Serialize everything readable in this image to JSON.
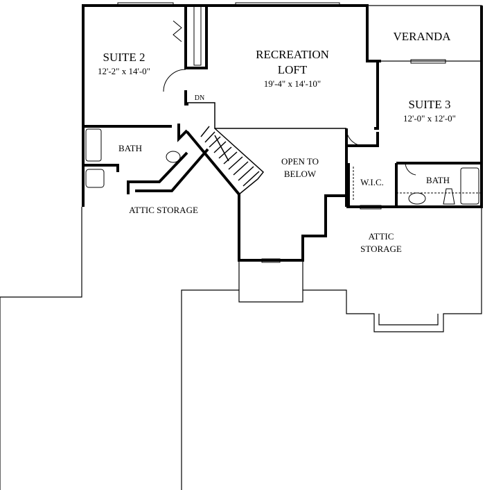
{
  "rooms": {
    "suite2": {
      "name": "SUITE 2",
      "size": "12'-2\" x 14'-0\""
    },
    "loft": {
      "name1": "RECREATION",
      "name2": "LOFT",
      "size": "19'-4\" x 14'-10\""
    },
    "veranda": {
      "name": "VERANDA"
    },
    "suite3": {
      "name": "SUITE 3",
      "size": "12'-0\" x 12'-0\""
    },
    "bath_left": {
      "name": "BATH"
    },
    "bath_right": {
      "name": "BATH"
    },
    "open": {
      "name1": "OPEN TO",
      "name2": "BELOW"
    },
    "wic": {
      "name": "W.I.C."
    },
    "stairs": {
      "label": "DN"
    },
    "attic_left": {
      "name": "ATTIC STORAGE"
    },
    "attic_right": {
      "name1": "ATTIC",
      "name2": "STORAGE"
    }
  }
}
